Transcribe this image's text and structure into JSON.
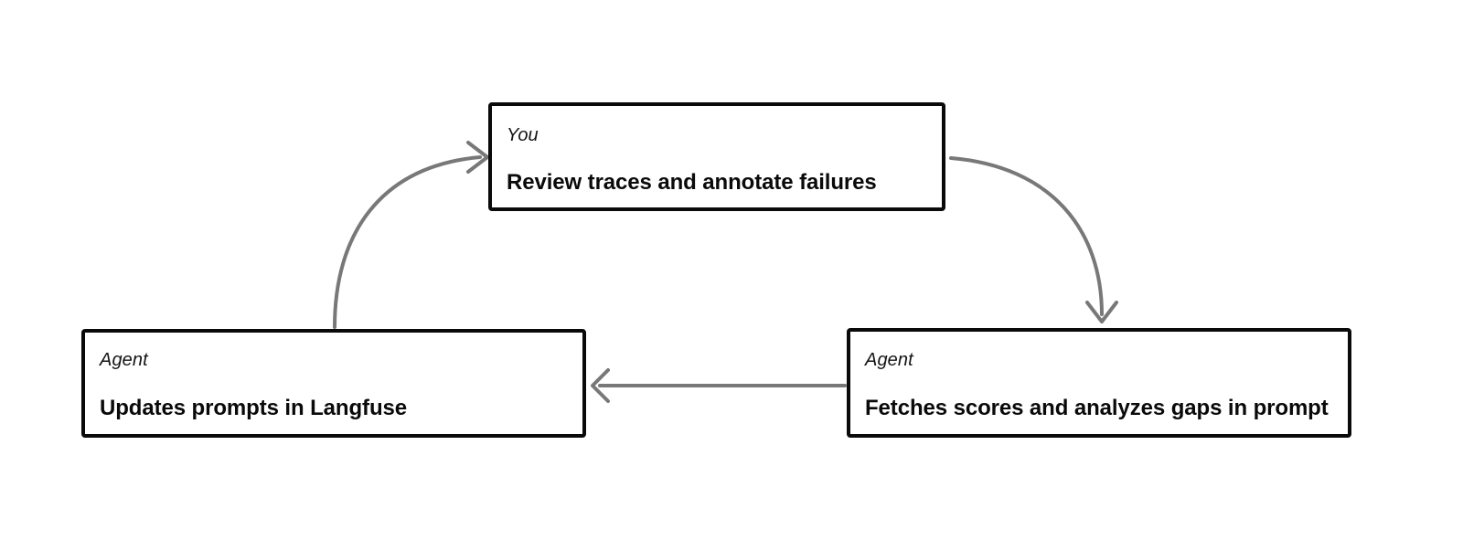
{
  "diagram": {
    "type": "cycle-flow",
    "background_color": "#ffffff",
    "node_border_color": "#0a0a0a",
    "arrow_color": "#787878",
    "text_color": "#0a0a0a",
    "nodes": [
      {
        "id": "you",
        "role": "You",
        "title": "Review traces and annotate failures"
      },
      {
        "id": "agent-updates",
        "role": "Agent",
        "title": "Updates prompts in Langfuse"
      },
      {
        "id": "agent-fetches",
        "role": "Agent",
        "title": "Fetches scores and analyzes gaps in prompt"
      }
    ],
    "edges": [
      {
        "id": "edge-updates-to-you",
        "from": "agent-updates",
        "to": "you",
        "style": "curved",
        "direction": "right"
      },
      {
        "id": "edge-you-to-fetches",
        "from": "you",
        "to": "agent-fetches",
        "style": "curved",
        "direction": "down"
      },
      {
        "id": "edge-fetches-to-updates",
        "from": "agent-fetches",
        "to": "agent-updates",
        "style": "straight",
        "direction": "left"
      }
    ]
  }
}
